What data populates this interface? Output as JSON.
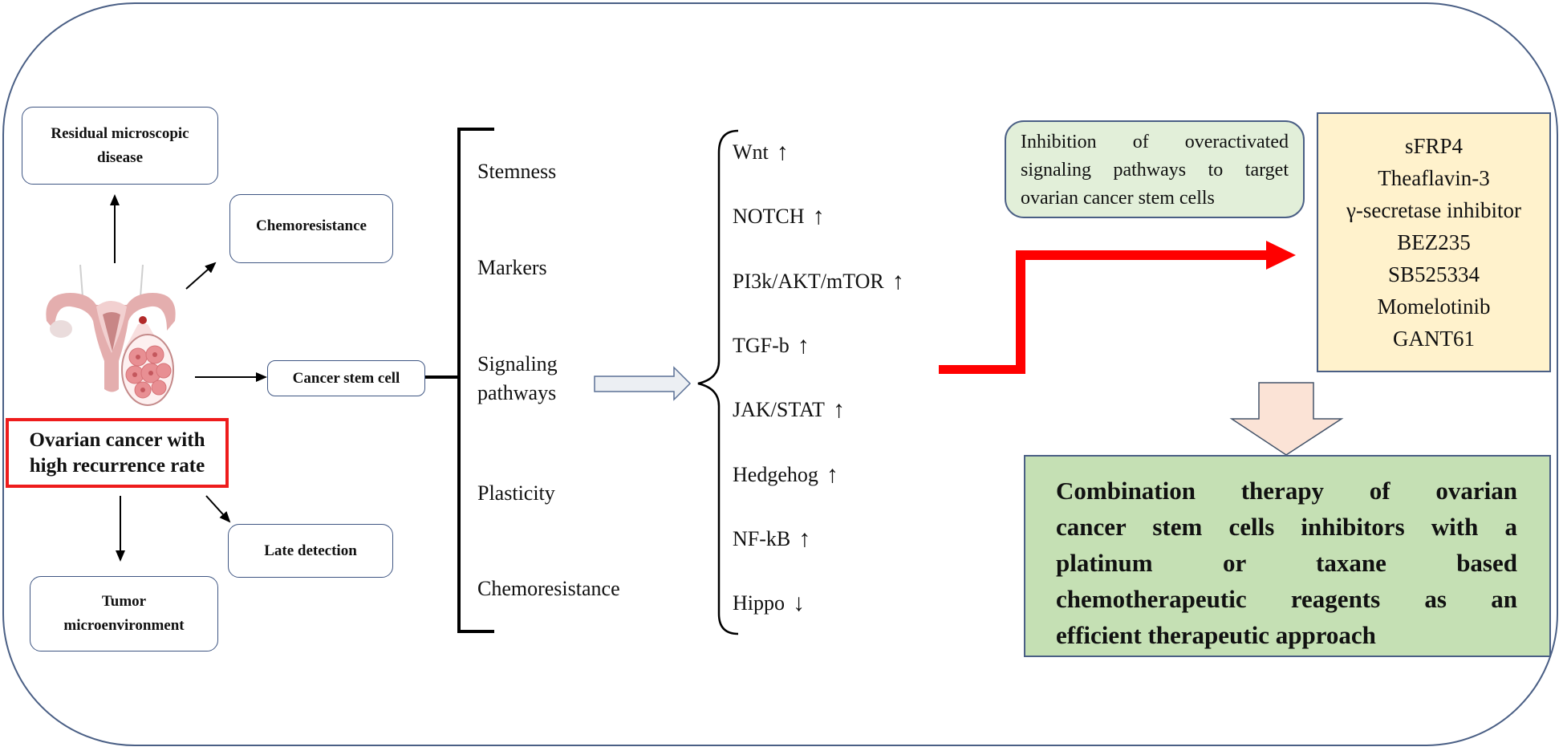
{
  "colors": {
    "outline": "#4a5f85",
    "highlight_red": "#ee1c1c",
    "arrow_red": "#ff0000",
    "info_green": "#e2efd9",
    "drug_yellow": "#fff2cc",
    "result_green": "#c5e0b4",
    "down_arrow_fill": "#fbe3d6",
    "hollow_arrow_fill": "#eceff3"
  },
  "left": {
    "central_problem": [
      "Ovarian cancer with",
      "high recurrence rate"
    ],
    "illustration": "uterus-with-ovarian-tumor-illustration",
    "outcomes": {
      "residual": [
        "Residual microscopic",
        "disease"
      ],
      "chemoresistance": [
        "Chemoresistance"
      ],
      "cancer_stem_cell": [
        "Cancer stem cell"
      ],
      "late_detection": [
        "Late detection"
      ],
      "tumor_microenvironment": [
        "Tumor",
        "microenvironment"
      ]
    }
  },
  "csc_features": [
    [
      "Stemness"
    ],
    [
      "Markers"
    ],
    [
      "Signaling",
      "pathways"
    ],
    [
      "Plasticity"
    ],
    [
      "Chemoresistance"
    ]
  ],
  "pathways": [
    {
      "name": "Wnt",
      "direction": "up",
      "arrow": "↑"
    },
    {
      "name": "NOTCH",
      "direction": "up",
      "arrow": "↑"
    },
    {
      "name": "PI3k/AKT/mTOR",
      "direction": "up",
      "arrow": "↑"
    },
    {
      "name": "TGF-b",
      "direction": "up",
      "arrow": "↑"
    },
    {
      "name": "JAK/STAT",
      "direction": "up",
      "arrow": "↑"
    },
    {
      "name": "Hedgehog",
      "direction": "up",
      "arrow": "↑"
    },
    {
      "name": "NF-kB",
      "direction": "up",
      "arrow": "↑"
    },
    {
      "name": "Hippo",
      "direction": "down",
      "arrow": "↓"
    }
  ],
  "strategy": {
    "label": "Inhibition of overactivated signaling pathways to target ovarian cancer stem cells"
  },
  "inhibitors": [
    "sFRP4",
    "Theaflavin-3",
    "γ-secretase inhibitor",
    "BEZ235",
    "SB525334",
    "Momelotinib",
    "GANT61"
  ],
  "conclusion": {
    "lines": [
      "Combination therapy of ovarian",
      "cancer stem cells inhibitors with a",
      "platinum or taxane based",
      "chemotherapeutic reagents as an",
      "efficient therapeutic approach"
    ]
  }
}
